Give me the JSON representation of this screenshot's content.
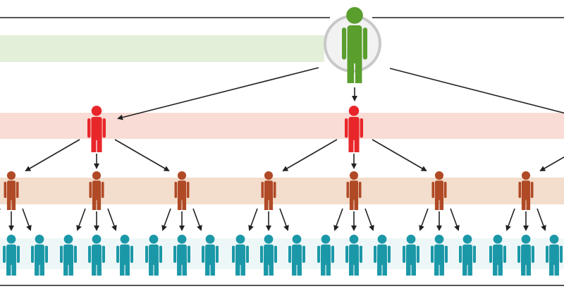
{
  "diagram": {
    "type": "hierarchy",
    "children_per_node": 3,
    "levels": [
      {
        "level": 1,
        "color": "#5a9e2e",
        "band_color": "#e4efda"
      },
      {
        "level": 2,
        "color": "#e8262a",
        "band_color": "#f9dcd5"
      },
      {
        "level": 3,
        "color": "#b04a26",
        "band_color": "#f3ddcc"
      },
      {
        "level": 4,
        "color": "#1b98a8",
        "band_color": "#eef7f8"
      }
    ],
    "border_color": "#555555",
    "arrow_color": "#222222",
    "highlight_ring_color": "#c8c8c8"
  }
}
